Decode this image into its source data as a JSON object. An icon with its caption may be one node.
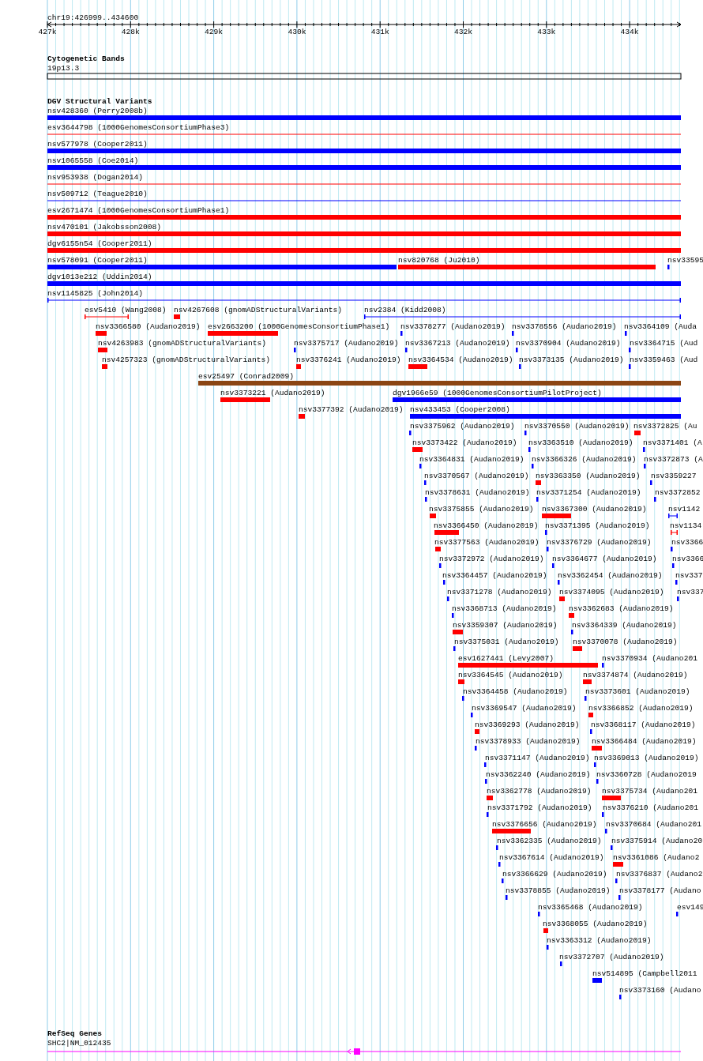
{
  "diagram": {
    "labels": [
      "chr19:426999..434600",
      "427k",
      "428k",
      "429k",
      "430k",
      "431k",
      "432k",
      "433k",
      "434k",
      "Cytogenetic Bands",
      "19p13.3",
      "DGV Structural Variants",
      "nsv428360 (Perry2008b)",
      "esv3644798 (1000GenomesConsortiumPhase3)",
      "nsv577978 (Cooper2011)",
      "nsv1065558 (Coe2014)",
      "nsv953938 (Dogan2014)",
      "nsv509712 (Teague2010)",
      "esv2671474 (1000GenomesConsortiumPhase1)",
      "nsv470101 (Jakobsson2008)",
      "dgv6155n54 (Cooper2011)",
      "nsv578091 (Cooper2011)",
      "nsv820768 (Ju2010)",
      "nsv33595",
      "dgv1013e212 (Uddin2014)",
      "nsv1145825 (John2014)",
      "esv5410 (Wang2008)",
      "nsv4267608 (gnomADStructuralVariants)",
      "nsv2384 (Kidd2008)",
      "nsv3366580 (Audano2019)",
      "esv2663200 (1000GenomesConsortiumPhase1)",
      "nsv3378277 (Audano2019)",
      "nsv3378556 (Audano2019)",
      "nsv3364109 (Auda",
      "nsv4263983 (gnomADStructuralVariants)",
      "nsv3375717 (Audano2019)",
      "nsv3367213 (Audano2019)",
      "nsv3370904 (Audano2019)",
      "nsv3364715 (Aud",
      "nsv4257323 (gnomADStructuralVariants)",
      "nsv3376241 (Audano2019)",
      "nsv3364534 (Audano2019)",
      "nsv3373135 (Audano2019)",
      "nsv3359463 (Aud",
      "esv25497 (Conrad2009)",
      "nsv3373221 (Audano2019)",
      "dgv1966e59 (1000GenomesConsortiumPilotProject)",
      "nsv3377392 (Audano2019)",
      "nsv433453 (Cooper2008)",
      "nsv3375962 (Audano2019)",
      "nsv3370550 (Audano2019)",
      "nsv3372825 (Au",
      "nsv3373422 (Audano2019)",
      "nsv3363510 (Audano2019)",
      "nsv3371401 (A",
      "nsv3364831 (Audano2019)",
      "nsv3366326 (Audano2019)",
      "nsv3372873 (A",
      "nsv3370567 (Audano2019)",
      "nsv3363350 (Audano2019)",
      "nsv3359227",
      "nsv3378631 (Audano2019)",
      "nsv3371254 (Audano2019)",
      "nsv3372852",
      "nsv3375855 (Audano2019)",
      "nsv3367300 (Audano2019)",
      "nsv1142",
      "nsv3366450 (Audano2019)",
      "nsv3371395 (Audano2019)",
      "nsv1134",
      "nsv3377563 (Audano2019)",
      "nsv3376729 (Audano2019)",
      "nsv3366",
      "nsv3372972 (Audano2019)",
      "nsv3364677 (Audano2019)",
      "nsv3366",
      "nsv3364457 (Audano2019)",
      "nsv3362454 (Audano2019)",
      "nsv337",
      "nsv3371278 (Audano2019)",
      "nsv3374095 (Audano2019)",
      "nsv337",
      "nsv3368713 (Audano2019)",
      "nsv3362683 (Audano2019)",
      "nsv3359307 (Audano2019)",
      "nsv3364339 (Audano2019)",
      "nsv3375031 (Audano2019)",
      "nsv3370078 (Audano2019)",
      "esv1627441 (Levy2007)",
      "nsv3370934 (Audano201",
      "nsv3364545 (Audano2019)",
      "nsv3374874 (Audano2019)",
      "nsv3364458 (Audano2019)",
      "nsv3373601 (Audano2019)",
      "nsv3369547 (Audano2019)",
      "nsv3366852 (Audano2019)",
      "nsv3369293 (Audano2019)",
      "nsv3368117 (Audano2019)",
      "nsv3378933 (Audano2019)",
      "nsv3366484 (Audano2019)",
      "nsv3371147 (Audano2019)",
      "nsv3369013 (Audano2019)",
      "nsv3362240 (Audano2019)",
      "nsv3360728 (Audano2019",
      "nsv3362778 (Audano2019)",
      "nsv3375734 (Audano201",
      "nsv3371792 (Audano2019)",
      "nsv3376210 (Audano201",
      "nsv3376656 (Audano2019)",
      "nsv3370684 (Audano201",
      "nsv3362335 (Audano2019)",
      "nsv3375914 (Audano20",
      "nsv3367614 (Audano2019)",
      "nsv3361086 (Audano2",
      "nsv3366629 (Audano2019)",
      "nsv3376837 (Audano2",
      "nsv3378855 (Audano2019)",
      "nsv3378177 (Audano",
      "nsv3365468 (Audano2019)",
      "esv149",
      "nsv3368055 (Audano2019)",
      "nsv3363312 (Audano2019)",
      "nsv3372707 (Audano2019)",
      "nsv514895 (Campbell2011",
      "nsv3373160 (Audano",
      "RefSeq Genes",
      "SHC2|NM_012435"
    ]
  }
}
